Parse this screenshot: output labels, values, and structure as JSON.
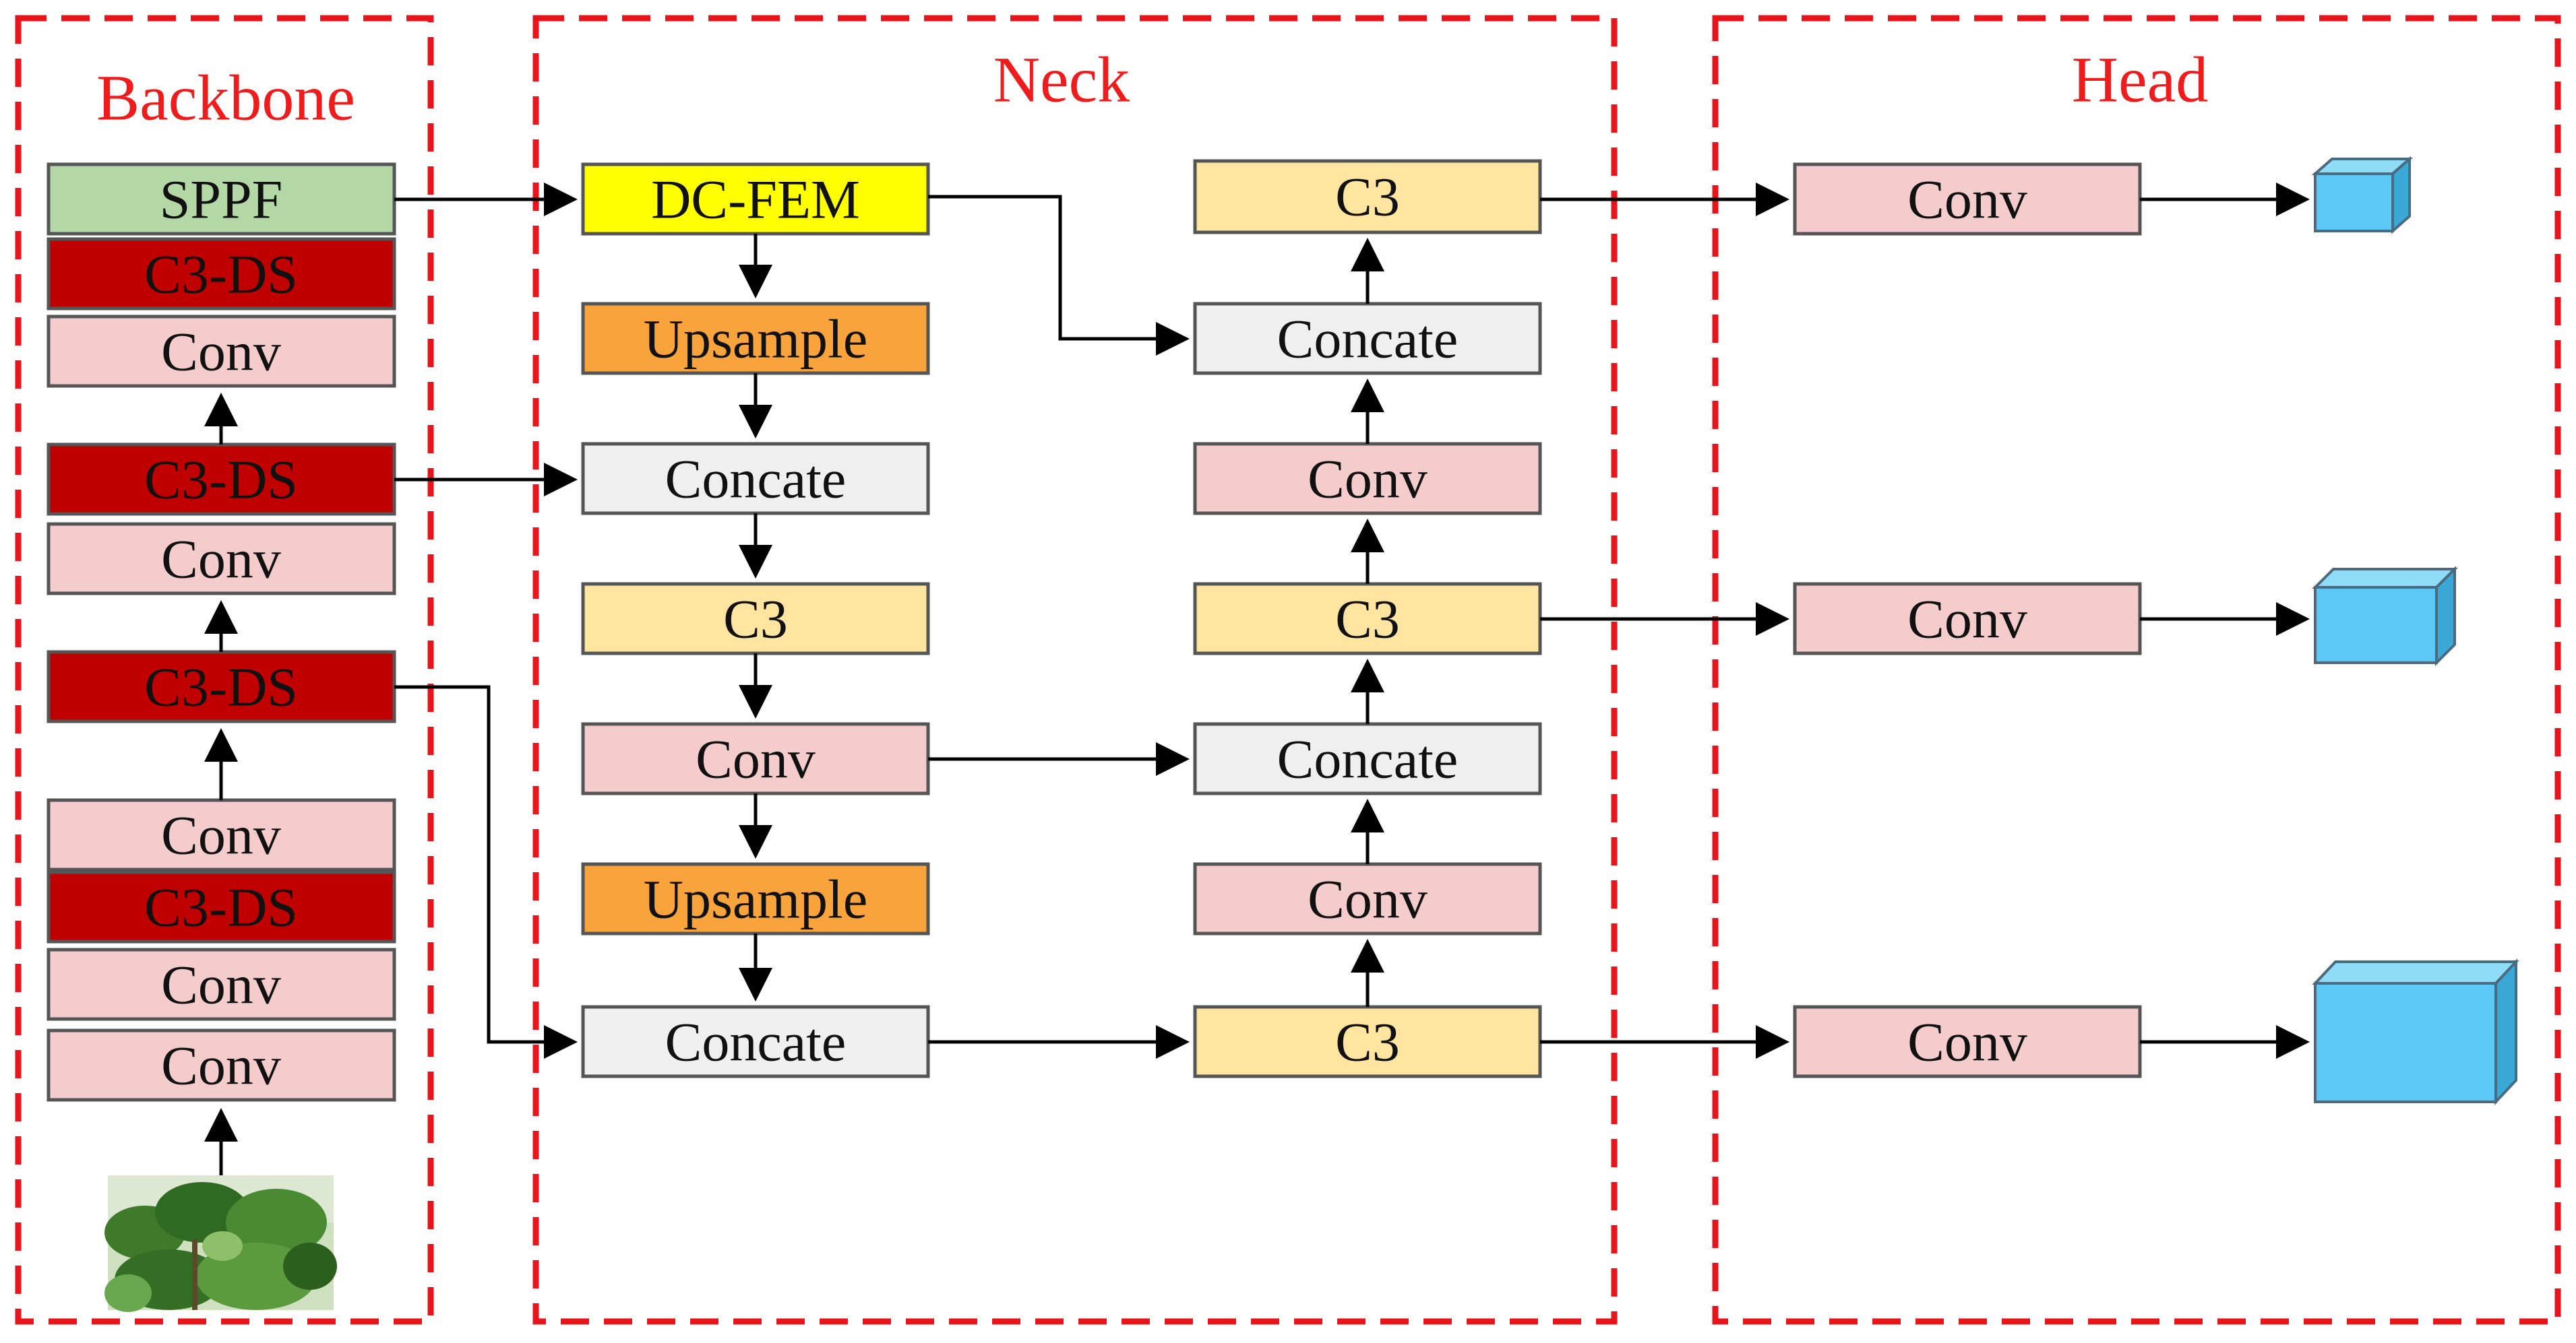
{
  "sections": {
    "backbone": "Backbone",
    "neck": "Neck",
    "head": "Head"
  },
  "backbone": {
    "sppf": "SPPF",
    "c3ds_top": "C3-DS",
    "conv_top": "Conv",
    "c3ds_2": "C3-DS",
    "conv_2": "Conv",
    "c3ds_3": "C3-DS",
    "conv_3": "Conv",
    "c3ds_4": "C3-DS",
    "conv_4": "Conv",
    "conv_5": "Conv"
  },
  "neck": {
    "dcfem": "DC-FEM",
    "upsample_1": "Upsample",
    "concate_1": "Concate",
    "c3_1": "C3",
    "conv_1": "Conv",
    "upsample_2": "Upsample",
    "concate_2": "Concate",
    "c3_top": "C3",
    "concate_top": "Concate",
    "conv_r1": "Conv",
    "c3_mid": "C3",
    "concate_mid": "Concate",
    "conv_r2": "Conv",
    "c3_bottom": "C3"
  },
  "head": {
    "conv_1": "Conv",
    "conv_2": "Conv",
    "conv_3": "Conv"
  },
  "colors": {
    "frame": "#e8141c",
    "sppf": "#b3d7a5",
    "c3ds": "#c00000",
    "conv": "#f4cccc",
    "dcfem": "#ffff00",
    "upsample": "#f9a33c",
    "concate": "#efefef",
    "c3": "#ffe5a0",
    "output": "#5bc8f5"
  }
}
